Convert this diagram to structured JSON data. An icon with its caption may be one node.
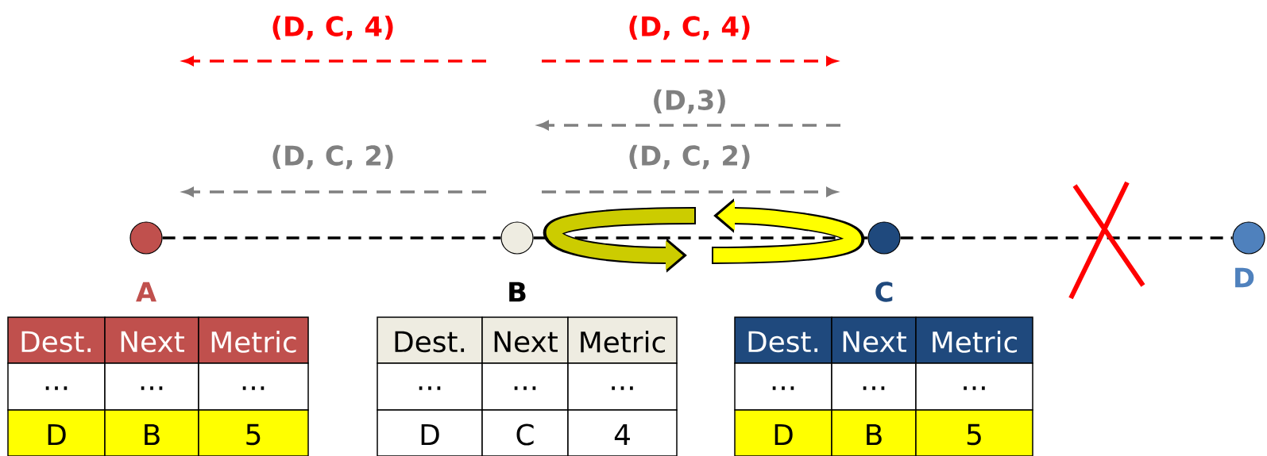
{
  "diagram": {
    "nodes": [
      {
        "text": [],
        "shape": "circle",
        "beside": [
          "A"
        ]
      },
      {
        "text": [],
        "shape": "circle",
        "beside": [
          "B"
        ]
      },
      {
        "text": [],
        "shape": "circle",
        "beside": [
          "C"
        ]
      },
      {
        "text": [],
        "shape": "circle",
        "beside": [
          "D"
        ]
      }
    ],
    "edges": [
      {
        "from": 0,
        "to": 1,
        "arrow": "none",
        "style": "dashed"
      },
      {
        "from": 1,
        "to": 2,
        "arrow": "none",
        "style": "dashed"
      },
      {
        "from": 2,
        "to": 3,
        "arrow": "none",
        "style": "dashed"
      }
    ],
    "labels": [
      "(D, C, 4)",
      "(D, C, 4)",
      "(D,3)",
      "(D, C, 2)",
      "(D, C, 2)",
      "Dest.",
      "Next",
      "Metric",
      "...",
      "...",
      "...",
      "D",
      "B",
      "5",
      "Dest.",
      "Next",
      "Metric",
      "...",
      "...",
      "...",
      "D",
      "C",
      "4",
      "Dest.",
      "Next",
      "Metric",
      "...",
      "...",
      "...",
      "D",
      "B",
      "5"
    ]
  }
}
